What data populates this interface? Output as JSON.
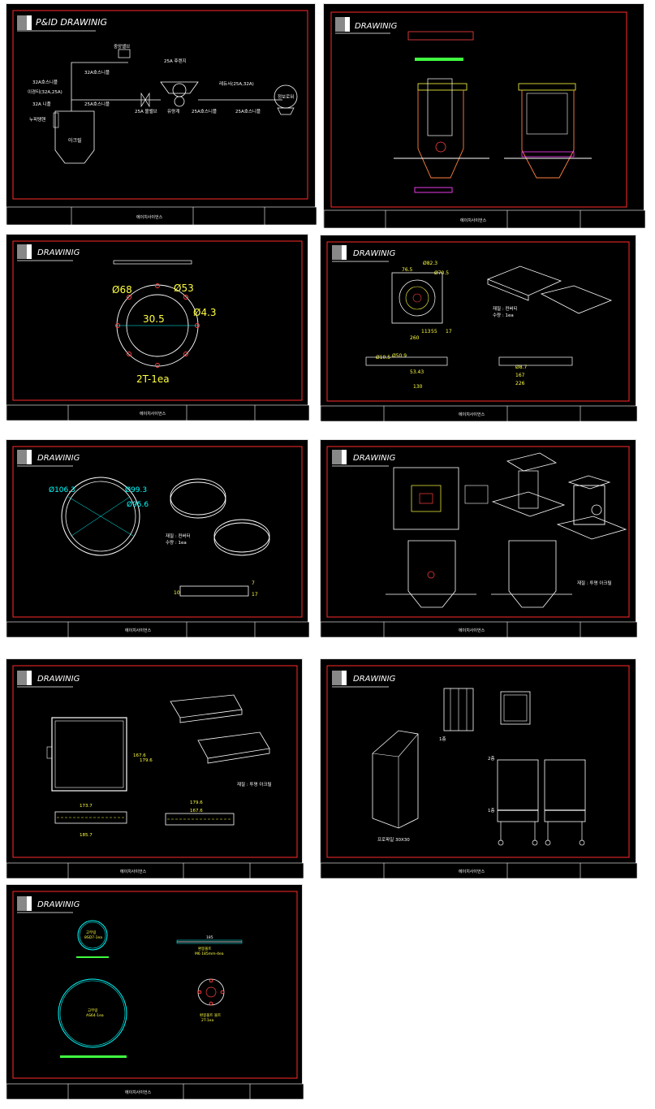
{
  "company": "에이치사이언스",
  "sheets": [
    {
      "title": "P&ID DRAWINIG",
      "labels": {
        "l1": "중앙밸브",
        "l2": "32A호스니플",
        "l3": "32A호스니플",
        "l4": "이경티(32A,25A)",
        "l5": "32A 니플",
        "l6": "25A호스니플",
        "l7": "25A 볼밸브",
        "l8": "25A 후렌지",
        "l9": "유량계",
        "l10": "25A호스니플",
        "l11": "레듀서(25A,32A)",
        "l12": "25A호스니플",
        "l13": "정보로워",
        "l14": "누피탱핸",
        "l15": "아크릴"
      }
    },
    {
      "title": "DRAWINIG"
    },
    {
      "title": "DRAWINIG",
      "note": "2T-1ea",
      "dims": [
        "Ø68",
        "Ø53",
        "30.5",
        "Ø4.3"
      ]
    },
    {
      "title": "DRAWINIG",
      "note1": "재질 : 컨버티",
      "note2": "수량 : 1ea",
      "dims": [
        "76.5",
        "Ø82.3",
        "Ø70.5",
        "260",
        "113",
        "55",
        "17",
        "Ø10.5",
        "Ø50.9",
        "53.43",
        "130",
        "Ø8.7",
        "167",
        "226"
      ]
    },
    {
      "title": "DRAWINIG",
      "note1": "재질 : 컨버터",
      "note2": "수량 : 1ea",
      "dims": [
        "Ø106.3",
        "Ø99.3",
        "Ø95.6",
        "10",
        "7",
        "17"
      ]
    },
    {
      "title": "DRAWINIG",
      "note": "재질 : 투명 아크릴"
    },
    {
      "title": "DRAWINIG",
      "note": "재질 : 투명 아크릴",
      "dims": [
        "167.6",
        "179.6",
        "173.7",
        "185.7",
        "179.6",
        "167.6"
      ]
    },
    {
      "title": "DRAWINIG",
      "note": "프로파일 30X30",
      "dims": [
        "1층",
        "2층",
        "1층"
      ]
    },
    {
      "title": "DRAWINIG",
      "labels": [
        "고무링",
        "8SD7-1ea",
        "고무링",
        "AS64-1ea",
        "185",
        "환봉볼트",
        "M6 185mm-4ea",
        "환봉볼트 볼트",
        "2T-1ea"
      ]
    }
  ],
  "colors": {
    "frame": "#ff2a2a",
    "line": "#ffffff",
    "dim": "#ffff40",
    "cyan": "#00ffff",
    "green": "#40ff40"
  }
}
